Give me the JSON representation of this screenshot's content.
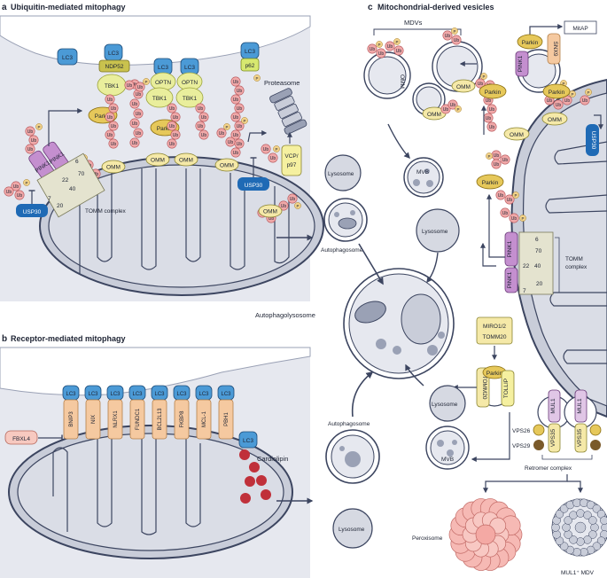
{
  "panel_a": {
    "letter": "a",
    "title": "Ubiquitin-mediated mitophagy",
    "labels": {
      "lc3": "LC3",
      "ndp52": "NDP52",
      "optn": "OPTN",
      "tbk1": "TBK1",
      "p62": "p62",
      "parkin": "Parkin",
      "pink1": "PINK1",
      "omm": "OMM",
      "usp30": "USP30",
      "vcp": "VCP/\np97",
      "proteasome": "Proteasome",
      "tomm_complex": "TOMM complex",
      "ub": "Ub",
      "p": "P",
      "tomm_numbers": [
        "22",
        "70",
        "6",
        "40",
        "7",
        "20"
      ]
    },
    "lysosome": "Lysosome",
    "autophagosome": "Autophagosome"
  },
  "panel_b": {
    "letter": "b",
    "title": "Receptor-mediated mitophagy",
    "receptors": [
      "BNIP3",
      "NIX",
      "NLRX1",
      "FUNDC1",
      "BCL2L13",
      "FKBP8",
      "MCL-1",
      "PBH1"
    ],
    "lc3": "LC3",
    "fbxl4": "FBXL4",
    "cardiolipin": "Cardiolipin",
    "autophagosome": "Autophagosome",
    "lysosome": "Lysosome"
  },
  "center": {
    "autophagolysosome": "Autophagolysosome"
  },
  "panel_c": {
    "letter": "c",
    "title": "Mitochondrial-derived vesicles",
    "mdvs": "MDVs",
    "mitap": "MitAP",
    "omm": "OMM",
    "mvb": "MVB",
    "lysosome": "Lysosome",
    "parkin": "Parkin",
    "pink1": "PINK1",
    "snx9": "SNX9",
    "usp30": "USP30",
    "tomm_complex": "TOMM\ncomplex",
    "miro": "MIRO1/2",
    "tomm20": "TOMM20",
    "tollip": "TOLLIP",
    "mul1": "MUL1",
    "vps26": "VPS26",
    "vps29": "VPS29",
    "vps35": "VPS35",
    "retromer": "Retromer complex",
    "peroxisome": "Peroxisome",
    "mul1_mdv": "MUL1⁺ MDV"
  },
  "colors": {
    "cytoplasm": "#e6e8ef",
    "mito_fill": "#c9cdd9",
    "mito_line": "#3c4560",
    "lc3": "#4b9ad6",
    "ub": "#f0a8a8",
    "parkin": "#e6c85a",
    "omm": "#f5e9a8",
    "pink1": "#c48fcf",
    "usp30": "#1f6ab5",
    "receptor": "#f5c9a0",
    "lyso": "#d6d9e2",
    "peroxisome": "#f6b9b4"
  }
}
